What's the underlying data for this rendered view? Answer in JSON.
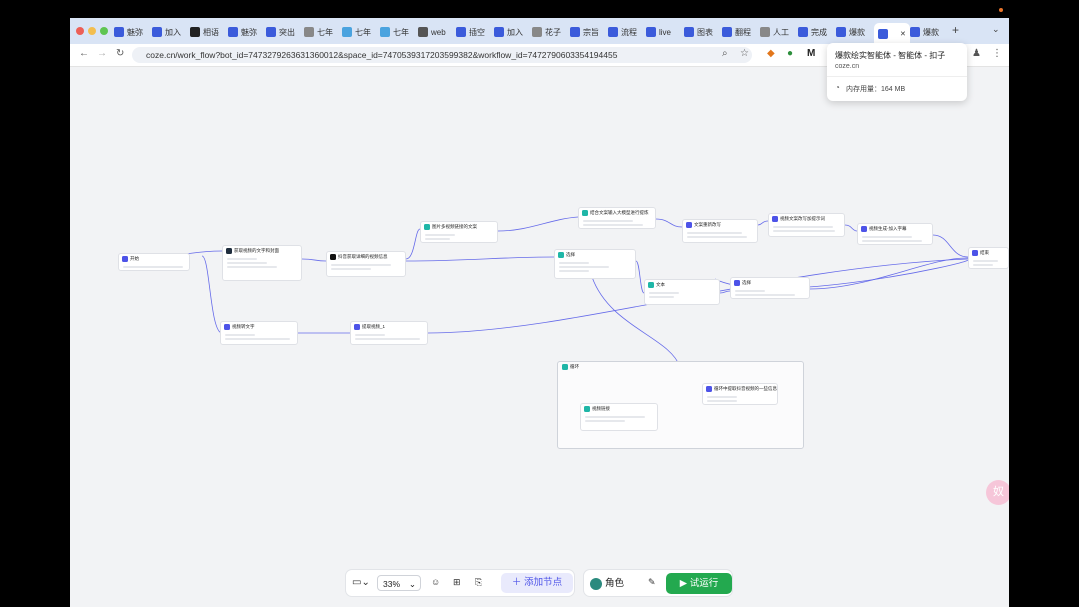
{
  "browser": {
    "tabs": [
      {
        "label": "魅弥",
        "fav": "#3b5bdb"
      },
      {
        "label": "加入",
        "fav": "#3b5bdb"
      },
      {
        "label": "相语",
        "fav": "#222"
      },
      {
        "label": "魅弥",
        "fav": "#3b5bdb"
      },
      {
        "label": "突出",
        "fav": "#3b5bdb"
      },
      {
        "label": "七年",
        "fav": "#888"
      },
      {
        "label": "七年",
        "fav": "#4aa3df"
      },
      {
        "label": "七年",
        "fav": "#4aa3df"
      },
      {
        "label": "web",
        "fav": "#555"
      },
      {
        "label": "插空",
        "fav": "#3b5bdb"
      },
      {
        "label": "加入",
        "fav": "#3b5bdb"
      },
      {
        "label": "花子",
        "fav": "#888"
      },
      {
        "label": "宗旨",
        "fav": "#3b5bdb"
      },
      {
        "label": "流程",
        "fav": "#3b5bdb"
      },
      {
        "label": "live",
        "fav": "#3b5bdb"
      },
      {
        "label": "图表",
        "fav": "#3b5bdb"
      },
      {
        "label": "翻程",
        "fav": "#3b5bdb"
      },
      {
        "label": "人工",
        "fav": "#888"
      },
      {
        "label": "完成",
        "fav": "#3b5bdb"
      },
      {
        "label": "爆款",
        "fav": "#3b5bdb"
      },
      {
        "label": "",
        "fav": "#3b5bdb"
      },
      {
        "label": "爆款",
        "fav": "#3b5bdb"
      }
    ],
    "new_tab": "+",
    "url": "coze.cn/work_flow?bot_id=7473279263631360012&space_id=7470539317203599382&workflow_id=7472790603354194455",
    "tooltip": {
      "title": "爆款绘实智能体 - 智能体 - 扣子",
      "domain": "coze.cn",
      "memory": "内存用量：164 MB"
    }
  },
  "workflow": {
    "nodes": {
      "start": "开始",
      "n1": "获取视频的文字和封面",
      "n2": "抖音获取详细的视频信息",
      "n3": "图片多视频链接的文案",
      "n4": "结合文案输入大模型进行提炼",
      "n5": "文案重新改写",
      "n6": "视频文案改写加提示词",
      "n7": "视频生成-加入字幕",
      "end": "结束",
      "cond": "选择",
      "n8": "文本",
      "n9": "选择",
      "n10": "视频转文字",
      "n11": "提取视频_1",
      "loop": "循环",
      "n12": "视频链接",
      "n13": "循环中提取抖音视频的一些信息"
    }
  },
  "bottombar": {
    "zoom": "33%",
    "add_node": "添加节点",
    "role": "角色",
    "run": "试运行"
  },
  "floating_badge": "奴",
  "colors": {
    "accent": "#4d53e8",
    "run": "#23a94f"
  }
}
